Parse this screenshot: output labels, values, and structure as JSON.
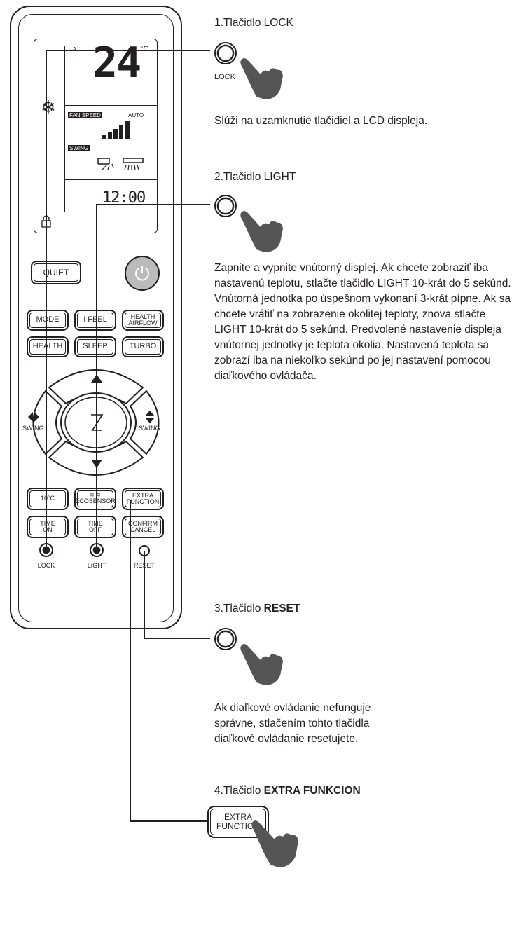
{
  "lcd": {
    "temperature": "24",
    "unit": "°C",
    "fan_speed_label": "FAN SPEED",
    "fan_speed_mode": "AUTO",
    "swing_label": "SWING",
    "clock": "12:00"
  },
  "remote_buttons": {
    "quiet": "QUIET",
    "mode": "MODE",
    "ifeel": "I FEEL",
    "health_airflow_1": "HEALTH",
    "health_airflow_2": "AIRFLOW",
    "health": "HEALTH",
    "sleep": "SLEEP",
    "turbo": "TURBO",
    "swing_left": "SWING",
    "swing_right": "SWING",
    "ten_c": "10°C",
    "ecosensor": "ECOSENSOR",
    "extra_1": "EXTRA",
    "extra_2": "FUNCTION",
    "time_on_1": "TIME",
    "time_on_2": "ON",
    "time_off_1": "TIME",
    "time_off_2": "OFF",
    "confirm_1": "CONFIRM",
    "confirm_2": "CANCEL",
    "lock": "LOCK",
    "light": "LIGHT",
    "reset": "RESET"
  },
  "sections": {
    "lock": {
      "title": "1.Tlačidlo LOCK",
      "caption": "LOCK",
      "desc": "Slúži na uzamknutie tlačidiel a LCD displeja."
    },
    "light": {
      "title": "2.Tlačidlo LIGHT",
      "desc": "Zapnite a vypnite vnútorný displej. Ak chcete zobraziť iba nastavenú teplotu, stlačte tlačidlo LIGHT 10-krát do 5 sekúnd. Vnútorná jednotka po úspešnom vykonaní 3-krát pípne. Ak sa chcete vrátiť na zobrazenie okolitej teploty, znova stlačte LIGHT 10-krát do 5 sekúnd. Predvolené nastavenie displeja vnútornej jednotky je teplota okolia. Nastavená teplota sa zobrazí iba na niekoľko sekúnd po jej nastavení pomocou diaľkového ovládača."
    },
    "reset": {
      "title_prefix": "3.Tlačidlo ",
      "title_bold": "RESET",
      "desc": "Ak diaľkové ovládanie nefunguje správne, stlačením tohto tlačidla diaľkové ovládanie resetujete."
    },
    "extra": {
      "title_prefix": "4.Tlačidlo ",
      "title_bold": "EXTRA FUNKCION",
      "button_1": "EXTRA",
      "button_2": "FUNCTION"
    }
  }
}
